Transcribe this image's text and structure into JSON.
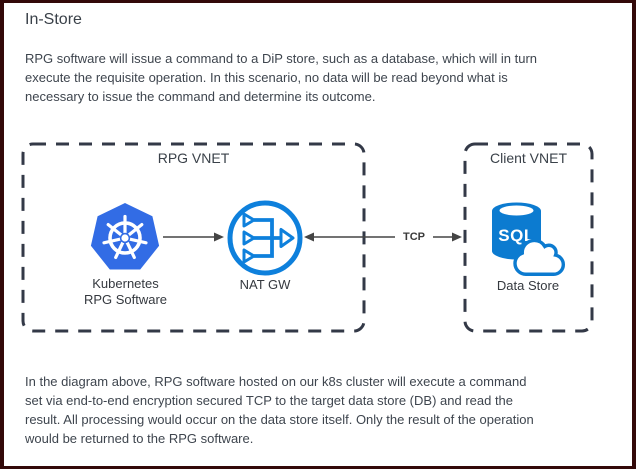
{
  "page": {
    "title": "In-Store",
    "intro_lines": [
      "RPG software will issue a command to a DiP store, such as a database, which will in turn",
      "execute the requisite operation. In this scenario, no data will be read beyond what is",
      "necessary to issue the command and determine its outcome."
    ],
    "outro_lines": [
      "In the diagram above, RPG software hosted on our k8s cluster will execute a command",
      "set via end-to-end encryption secured TCP to the target data store (DB) and read the",
      "result. All processing would occur on the data store itself. Only the result of the operation",
      "would be returned to the RPG software."
    ]
  },
  "diagram": {
    "rpg_vnet": {
      "label": "RPG VNET"
    },
    "client_vnet": {
      "label": "Client VNET"
    },
    "kubernetes_node": {
      "label_line1": "Kubernetes",
      "label_line2": "RPG Software",
      "icon": "kubernetes-icon"
    },
    "nat_gw_node": {
      "label": "NAT GW",
      "icon": "nat-gateway-icon"
    },
    "data_store_node": {
      "label": "Data Store",
      "sql_text": "SQL",
      "icon": "sql-database-icon"
    },
    "connection": {
      "label": "TCP"
    },
    "colors": {
      "kubernetes_blue": "#326CE5",
      "nat_gateway_blue": "#0E80DC",
      "sql_blue": "#0C7BD0",
      "vnet_border": "#333947",
      "arrow": "#454545",
      "page_border": "#330909",
      "body_text": "#3E454E"
    }
  }
}
